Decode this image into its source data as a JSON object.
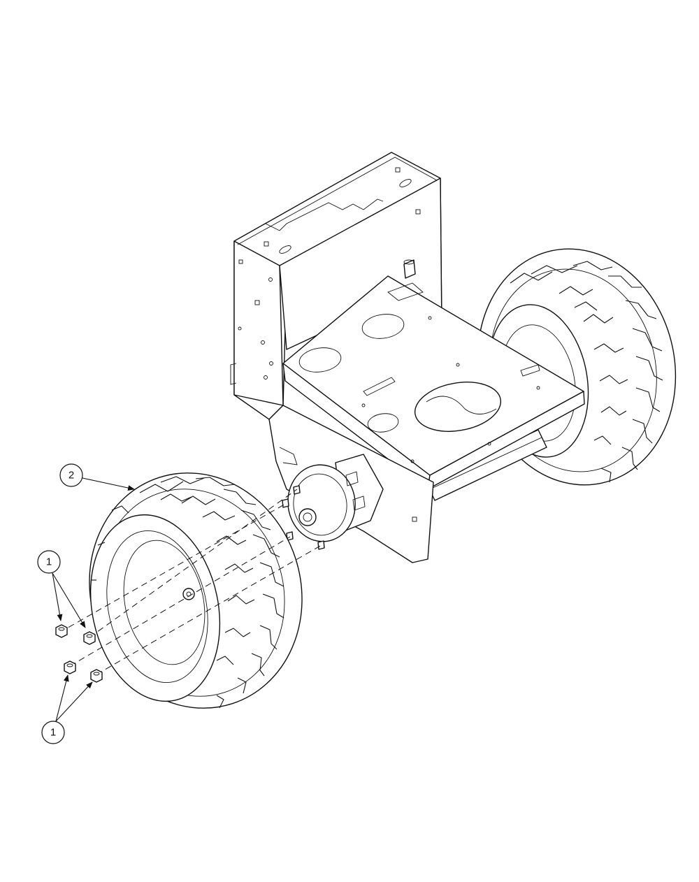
{
  "callouts": {
    "nut_top": "1",
    "wheel": "2",
    "nut_bottom": "1"
  },
  "parts": [
    {
      "number": "1",
      "icon": "hex-nut-icon"
    },
    {
      "number": "2",
      "icon": "wheel-tire-icon"
    }
  ],
  "colors": {
    "line": "#111111",
    "background": "#ffffff"
  }
}
